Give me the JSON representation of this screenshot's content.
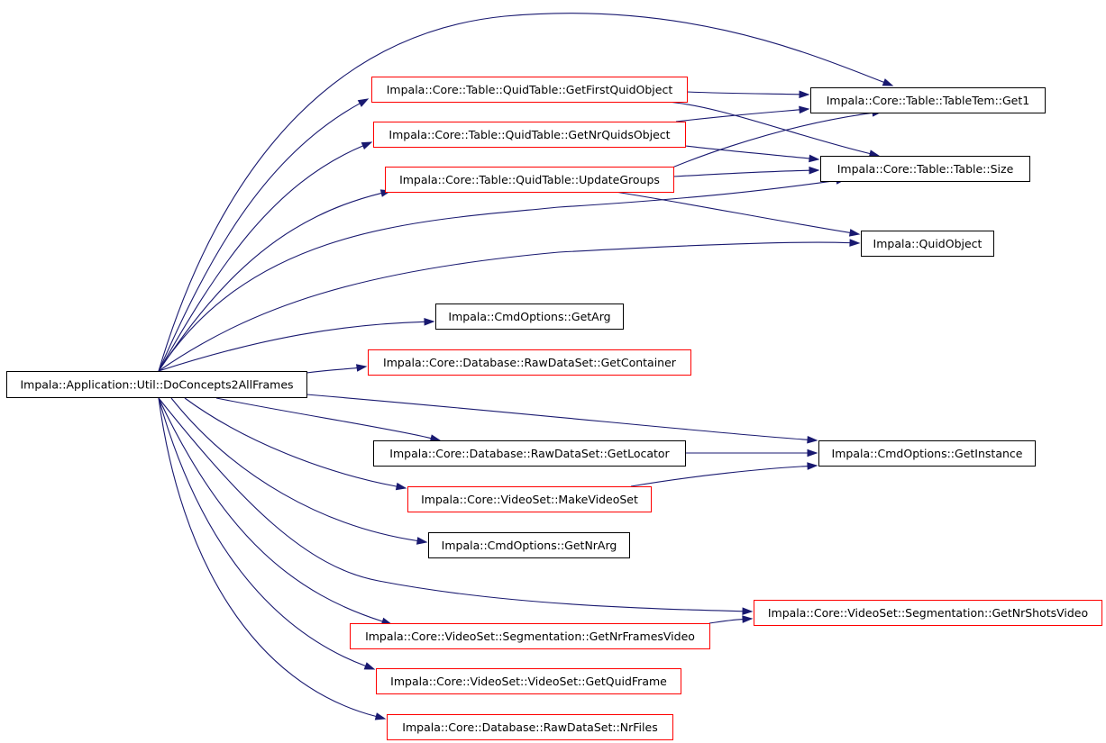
{
  "nodes": [
    {
      "id": "root",
      "label": "Impala::Application::Util::DoConcepts2AllFrames",
      "kind": "root"
    },
    {
      "id": "getFirstQuid",
      "label": "Impala::Core::Table::QuidTable::GetFirstQuidObject",
      "kind": "linked"
    },
    {
      "id": "getNrQuids",
      "label": "Impala::Core::Table::QuidTable::GetNrQuidsObject",
      "kind": "linked"
    },
    {
      "id": "updateGroups",
      "label": "Impala::Core::Table::QuidTable::UpdateGroups",
      "kind": "linked"
    },
    {
      "id": "get1",
      "label": "Impala::Core::Table::TableTem::Get1",
      "kind": "plain"
    },
    {
      "id": "size",
      "label": "Impala::Core::Table::Table::Size",
      "kind": "plain"
    },
    {
      "id": "quidObject",
      "label": "Impala::QuidObject",
      "kind": "plain"
    },
    {
      "id": "getArg",
      "label": "Impala::CmdOptions::GetArg",
      "kind": "plain"
    },
    {
      "id": "getContainer",
      "label": "Impala::Core::Database::RawDataSet::GetContainer",
      "kind": "linked"
    },
    {
      "id": "getLocator",
      "label": "Impala::Core::Database::RawDataSet::GetLocator",
      "kind": "plain"
    },
    {
      "id": "getInstance",
      "label": "Impala::CmdOptions::GetInstance",
      "kind": "plain"
    },
    {
      "id": "makeVideoSet",
      "label": "Impala::Core::VideoSet::MakeVideoSet",
      "kind": "linked"
    },
    {
      "id": "getNrArg",
      "label": "Impala::CmdOptions::GetNrArg",
      "kind": "plain"
    },
    {
      "id": "getNrShots",
      "label": "Impala::Core::VideoSet::Segmentation::GetNrShotsVideo",
      "kind": "linked"
    },
    {
      "id": "getNrFrames",
      "label": "Impala::Core::VideoSet::Segmentation::GetNrFramesVideo",
      "kind": "linked"
    },
    {
      "id": "getQuidFrame",
      "label": "Impala::Core::VideoSet::VideoSet::GetQuidFrame",
      "kind": "linked"
    },
    {
      "id": "nrFiles",
      "label": "Impala::Core::Database::RawDataSet::NrFiles",
      "kind": "linked"
    }
  ],
  "edges": [
    {
      "from": "root",
      "to": "get1"
    },
    {
      "from": "root",
      "to": "getFirstQuid"
    },
    {
      "from": "root",
      "to": "getNrQuids"
    },
    {
      "from": "root",
      "to": "updateGroups"
    },
    {
      "from": "root",
      "to": "size"
    },
    {
      "from": "root",
      "to": "quidObject"
    },
    {
      "from": "root",
      "to": "getArg"
    },
    {
      "from": "root",
      "to": "getContainer"
    },
    {
      "from": "root",
      "to": "getInstance"
    },
    {
      "from": "root",
      "to": "getLocator"
    },
    {
      "from": "root",
      "to": "makeVideoSet"
    },
    {
      "from": "root",
      "to": "getNrArg"
    },
    {
      "from": "root",
      "to": "getNrShots"
    },
    {
      "from": "root",
      "to": "getNrFrames"
    },
    {
      "from": "root",
      "to": "getQuidFrame"
    },
    {
      "from": "root",
      "to": "nrFiles"
    },
    {
      "from": "getFirstQuid",
      "to": "get1"
    },
    {
      "from": "getFirstQuid",
      "to": "size"
    },
    {
      "from": "getNrQuids",
      "to": "get1"
    },
    {
      "from": "getNrQuids",
      "to": "size"
    },
    {
      "from": "updateGroups",
      "to": "get1"
    },
    {
      "from": "updateGroups",
      "to": "size"
    },
    {
      "from": "updateGroups",
      "to": "quidObject"
    },
    {
      "from": "getLocator",
      "to": "getInstance"
    },
    {
      "from": "makeVideoSet",
      "to": "getInstance"
    },
    {
      "from": "getNrFrames",
      "to": "getNrShots"
    }
  ],
  "colors": {
    "edge": "#191970",
    "root_fill": "#bfbfbf",
    "root_border": "#000000",
    "plain_border": "#000000",
    "linked_border": "#ff0000",
    "text": "#000000"
  }
}
